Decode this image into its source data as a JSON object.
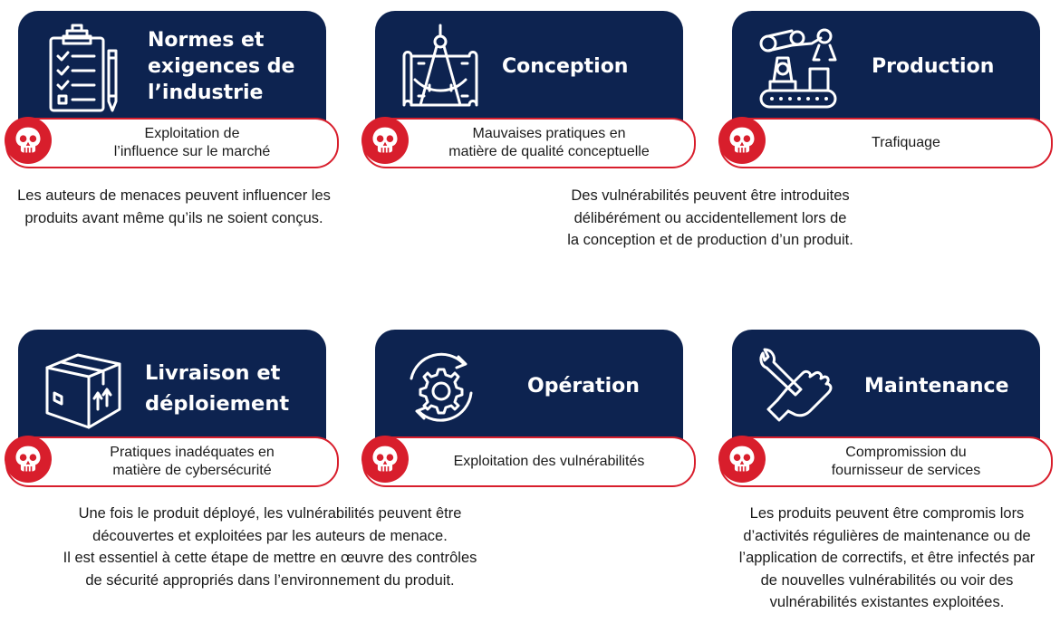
{
  "stages": [
    {
      "title": "Normes et\nexigences de\nl’industrie",
      "risk": "Exploitation de\nl’influence sur le marché",
      "icon": "clipboard-checklist-icon"
    },
    {
      "title": "Conception",
      "risk": "Mauvaises pratiques en\nmatière de qualité conceptuelle",
      "icon": "blueprint-compass-icon"
    },
    {
      "title": "Production",
      "risk": "Trafiquage",
      "icon": "robot-arm-conveyor-icon"
    },
    {
      "title": "Livraison et\ndéploiement",
      "risk": "Pratiques inadéquates en\nmatière de cybersécurité",
      "icon": "package-box-icon"
    },
    {
      "title": "Opération",
      "risk": "Exploitation des vulnérabilités",
      "icon": "gear-cycle-icon"
    },
    {
      "title": "Maintenance",
      "risk": "Compromission du\nfournisseur de services",
      "icon": "hand-wrench-icon"
    }
  ],
  "descriptions": {
    "industry": "Les auteurs de menaces peuvent influencer les\nproduits avant même qu’ils ne soient conçus.",
    "design_production": "Des vulnérabilités peuvent être introduites\ndélibérément ou accidentellement lors de\nla conception et de production d’un produit.",
    "deployment_operation": "Une fois le produit déployé, les vulnérabilités peuvent être\ndécouvertes et exploitées par les auteurs de menace.\nIl est essentiel à cette étape de mettre en œuvre des contrôles\nde sécurité appropriés dans l’environnement du produit.",
    "maintenance": "Les produits peuvent être compromis lors\nd’activités régulières de maintenance ou de\nl’application de correctifs, et être infectés par\nde nouvelles vulnérabilités ou voir des\nvulnérabilités existantes exploitées."
  },
  "colors": {
    "navy": "#0d2350",
    "red": "#d81e2c",
    "skull_icon": "skull-icon"
  }
}
